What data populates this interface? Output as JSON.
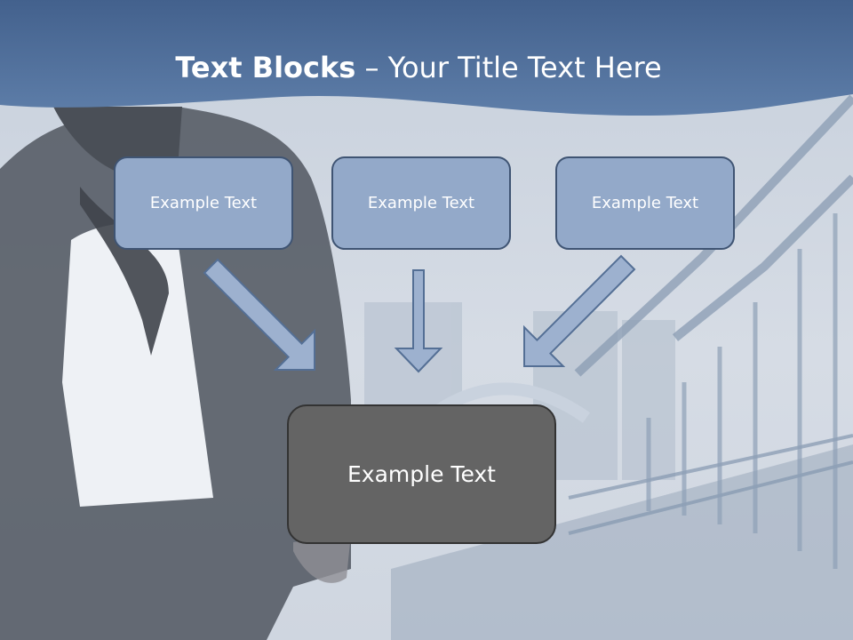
{
  "title": {
    "bold_part": "Text Blocks",
    "separator": " – ",
    "rest": "Your Title Text Here"
  },
  "blocks": {
    "left": "Example Text",
    "middle": "Example Text",
    "right": "Example Text",
    "center": "Example Text"
  },
  "colors": {
    "header_band": "#4c6f9f",
    "block_fill": "#93a9c9",
    "block_border": "#3f5473",
    "center_fill": "#646464",
    "arrow_fill": "#9db1cf"
  }
}
